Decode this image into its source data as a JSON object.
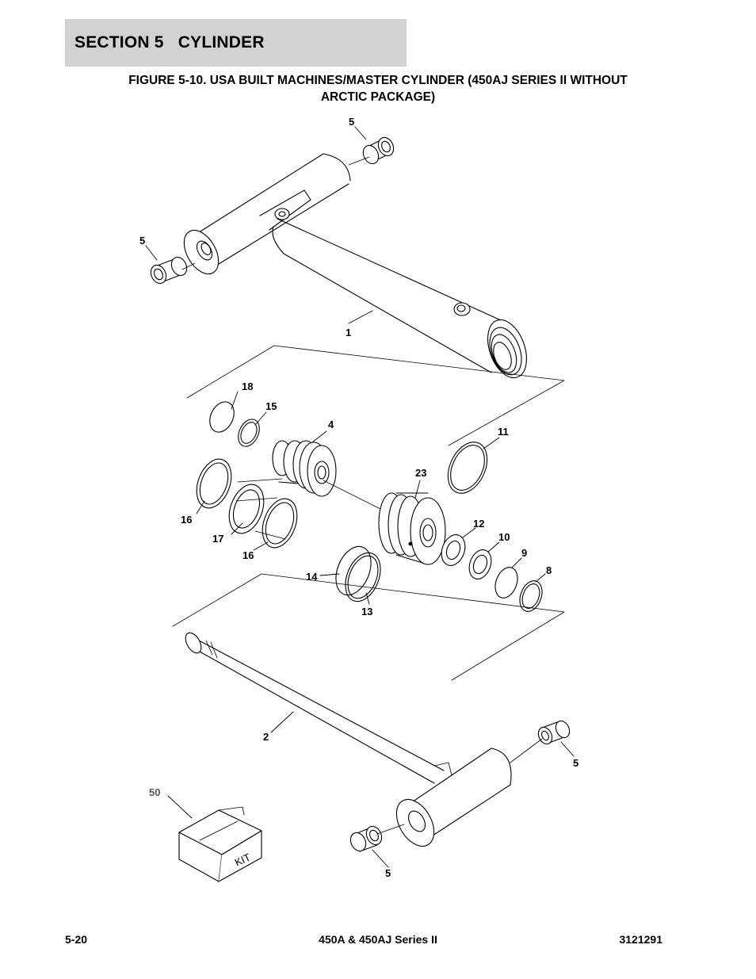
{
  "header": {
    "section": "SECTION 5   CYLINDER"
  },
  "figure": {
    "title_line1": "FIGURE 5-10.  USA BUILT MACHINES/MASTER CYLINDER (450AJ SERIES II WITHOUT",
    "title_line2": "ARCTIC PACKAGE)"
  },
  "callouts": {
    "c5_top": "5",
    "c5_left": "5",
    "c1": "1",
    "c18": "18",
    "c15": "15",
    "c4": "4",
    "c11": "11",
    "c23": "23",
    "c16_left": "16",
    "c17": "17",
    "c16_bottom": "16",
    "c12": "12",
    "c10": "10",
    "c9": "9",
    "c8": "8",
    "c14": "14",
    "c13": "13",
    "c2": "2",
    "c5_right": "5",
    "c50": "50",
    "c5_bottom": "5"
  },
  "kit_box": {
    "label": "KIT"
  },
  "footer": {
    "page_number": "5-20",
    "model": "450A & 450AJ Series II",
    "doc_number": "3121291"
  }
}
